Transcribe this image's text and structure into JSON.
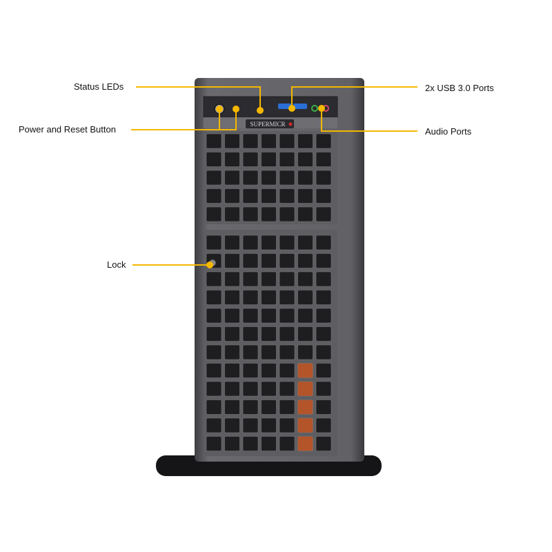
{
  "callouts": {
    "status_leds": "Status LEDs",
    "usb_ports": "2x USB 3.0 Ports",
    "power_reset": "Power and Reset Button",
    "audio_ports": "Audio Ports",
    "lock": "Lock"
  },
  "chassis": {
    "brand": "SUPERMICR"
  },
  "colors": {
    "callout": "#f5b800",
    "chassis": "#5a5a5e",
    "grille": "#1e1e20",
    "usb": "#2a6fd6",
    "fan_led": "#b4542a"
  }
}
